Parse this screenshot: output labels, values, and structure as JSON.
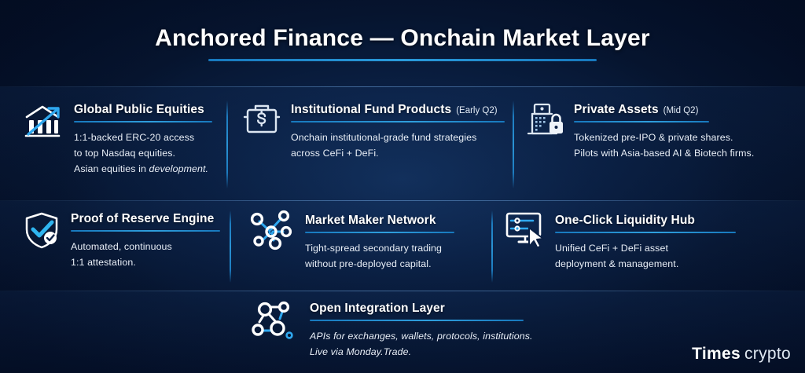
{
  "page": {
    "title": "Anchored Finance — Onchain Market Layer",
    "background_color": "#04112a",
    "accent_color": "#1d7cc0",
    "accent_light": "#2f9fdd",
    "text_color": "#e9eff7"
  },
  "logo": {
    "primary": "Times",
    "secondary": "crypto"
  },
  "rows": [
    {
      "name": "row-1",
      "cards": [
        {
          "icon": "bank-growth-chart-icon",
          "title": "Global Public Equities",
          "tag": "",
          "lines": [
            {
              "text": "1:1-backed ERC-20 access",
              "italic": false
            },
            {
              "text": "to top Nasdaq equities.",
              "italic": false
            },
            {
              "text": "Asian equities in development.",
              "italic": false,
              "italic_tail": "development."
            }
          ]
        },
        {
          "icon": "briefcase-dollar-icon",
          "title": "Institutional Fund Products",
          "tag": "(Early Q2)",
          "lines": [
            {
              "text": "Onchain institutional-grade fund strategies",
              "italic": false
            },
            {
              "text": "across CeFi + DeFi.",
              "italic": false
            }
          ]
        },
        {
          "icon": "building-lock-icon",
          "title": "Private Assets",
          "tag": "(Mid Q2)",
          "lines": [
            {
              "text": "Tokenized pre-IPO & private shares.",
              "italic": false
            },
            {
              "text": "Pilots with Asia-based AI & Biotech firms.",
              "italic": false
            }
          ]
        }
      ]
    },
    {
      "name": "row-2",
      "cards": [
        {
          "icon": "shield-check-icon",
          "title": "Proof of Reserve Engine",
          "tag": "",
          "lines": [
            {
              "text": "Automated, continuous",
              "italic": false
            },
            {
              "text": "1:1 attestation.",
              "italic": false
            }
          ]
        },
        {
          "icon": "network-nodes-icon",
          "title": "Market Maker Network",
          "tag": "",
          "lines": [
            {
              "text": "Tight-spread secondary trading",
              "italic": false
            },
            {
              "text": "without pre-deployed capital.",
              "italic": false
            }
          ]
        },
        {
          "icon": "monitor-cursor-icon",
          "title": "One-Click Liquidity Hub",
          "tag": "",
          "lines": [
            {
              "text": "Unified CeFi + DeFi asset",
              "italic": false
            },
            {
              "text": "deployment & management.",
              "italic": false
            }
          ]
        }
      ]
    },
    {
      "name": "row-3",
      "cards": [
        {
          "icon": "integration-nodes-icon",
          "title": "Open Integration Layer",
          "tag": "",
          "lines": [
            {
              "text": "APIs for exchanges, wallets, protocols, institutions.",
              "italic": true
            },
            {
              "text": "Live via Monday.Trade.",
              "italic": true
            }
          ]
        }
      ]
    }
  ]
}
